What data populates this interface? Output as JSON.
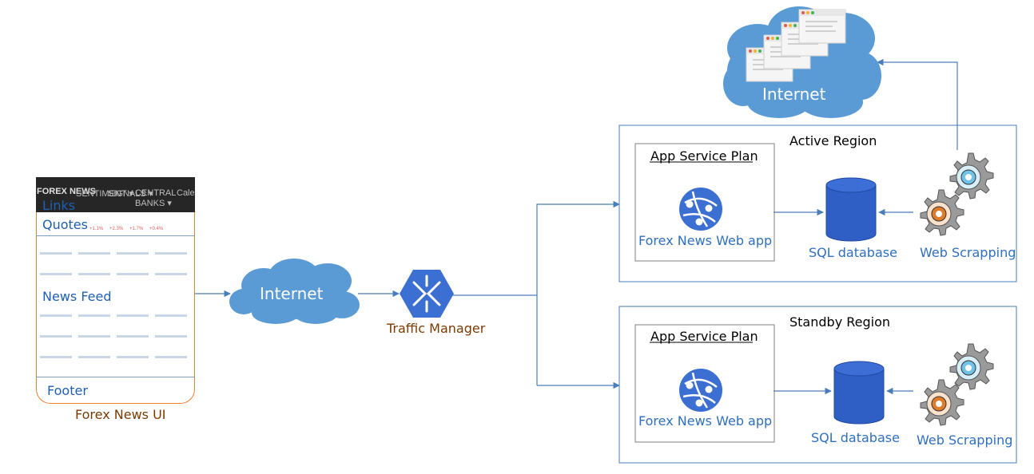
{
  "ui_mockup": {
    "nav_items": [
      "FOREX NEWS",
      "SENTIMENT ▾",
      "SIGNALS ▾",
      "CENTRAL BANKS ▾",
      "Calendar"
    ],
    "sections": {
      "links": "Links",
      "quotes": "Quotes",
      "news_feed": "News Feed",
      "footer": "Footer"
    },
    "caption": "Forex News UI"
  },
  "internet_left": {
    "label": "Internet"
  },
  "traffic_manager": {
    "label": "Traffic Manager"
  },
  "internet_top": {
    "label": "Internet"
  },
  "active_region": {
    "title": "Active Region",
    "plan_title": "App Service Plan",
    "app_label": "Forex News Web app",
    "db_label": "SQL database",
    "scraper_label": "Web Scrapping"
  },
  "standby_region": {
    "title": "Standby Region",
    "plan_title": "App Service Plan",
    "app_label": "Forex News Web app",
    "db_label": "SQL database",
    "scraper_label": "Web Scrapping"
  },
  "colors": {
    "connector": "#4a7ebb",
    "cloud": "#5b9bd5",
    "db": "#2f5fc4",
    "ui_border": "#ed7d31",
    "traffic_icon": "#3b6fd1"
  }
}
